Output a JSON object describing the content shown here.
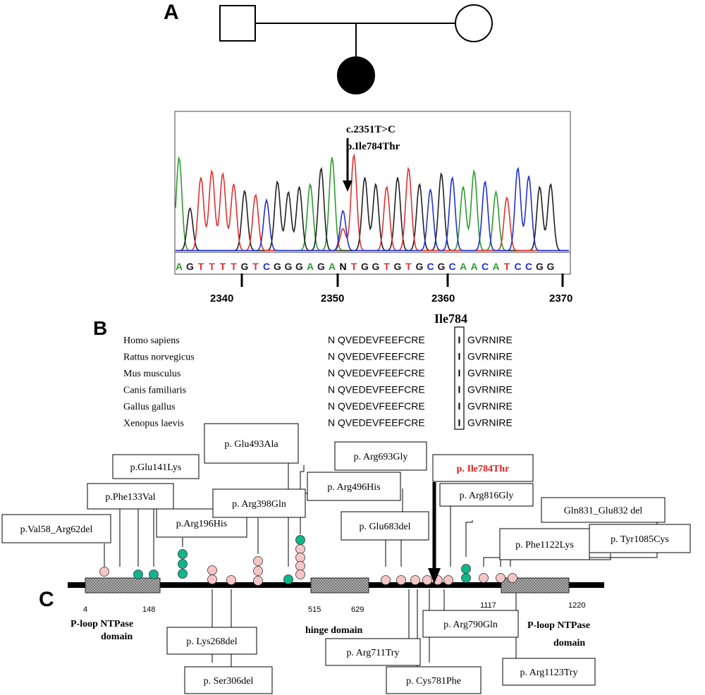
{
  "panels": {
    "A": "A",
    "B": "B",
    "C": "C"
  },
  "pedigree": {
    "father": "male",
    "mother": "female",
    "child": "affected female"
  },
  "chromatogram": {
    "mutation_cdna": "c.2351T>C",
    "mutation_protein": "p.Ile784Thr",
    "sequence": "AGTTTTGTCGGGAGANTGGTGTGCGCAACATCCGG",
    "positions": [
      "2340",
      "2350",
      "2360",
      "2370"
    ],
    "colors": {
      "A": "#2a9d2a",
      "G": "#202020",
      "T": "#e03030",
      "C": "#2030d0",
      "N": "#000000"
    }
  },
  "alignment": {
    "header": "Ile784",
    "rows": [
      {
        "species": "Homo sapiens",
        "left": "N QVEDEVFEEFCRE",
        "residue": "I",
        "right": "GVRNIRE"
      },
      {
        "species": "Rattus norvegicus",
        "left": "N QVEDEVFEEFCRE",
        "residue": "I",
        "right": "GVRNIRE"
      },
      {
        "species": "Mus musculus",
        "left": "N QVEDEVFEEFCRE",
        "residue": "I",
        "right": "GVRNIRE"
      },
      {
        "species": "Canis familiaris",
        "left": "N QVEDEVFEEFCRE",
        "residue": "I",
        "right": "GVRNIRE"
      },
      {
        "species": "Gallus gallus",
        "left": "N QVEDEVFEEFCRE",
        "residue": "I",
        "right": "GVRNIRE"
      },
      {
        "species": "Xenopus laevis",
        "left": "N QVEDEVFEEFCRE",
        "residue": "I",
        "right": "GVRNIRE"
      }
    ]
  },
  "protein_map": {
    "domains": [
      {
        "name": "P-loop NTPase domain",
        "line1": "P-loop NTPase",
        "line2": "domain",
        "start": "4",
        "end": "148"
      },
      {
        "name": "hinge domain",
        "line1": "hinge domain",
        "line2": "",
        "start": "515",
        "end": "629"
      },
      {
        "name": "P-loop NTPase domain",
        "line1": "P-loop NTPase",
        "line2": "domain",
        "start": "1117",
        "end": "1220"
      }
    ],
    "mutations_above": [
      "p.Val58_Arg62del",
      "p.Phe133Val",
      "p.Glu141Lys",
      "p.Arg196His",
      "p. Glu493Ala",
      "p. Arg398Gln",
      "p. Arg496His",
      "p. Arg693Gly",
      "p. Glu683del",
      "p. Ile784Thr",
      "p. Arg816Gly",
      "Gln831_Glu832 del",
      "p. Phe1122Lys",
      "p. Tyr1085Cys"
    ],
    "mutations_below": [
      "p. Lys268del",
      "p. Ser306del",
      "p. Arg711Try",
      "p. Cys781Phe",
      "p. Arg790Gln",
      "p. Arg1123Try"
    ],
    "highlight_color": "#e02020",
    "pink": "#f6c6c6",
    "green": "#12b48a"
  }
}
